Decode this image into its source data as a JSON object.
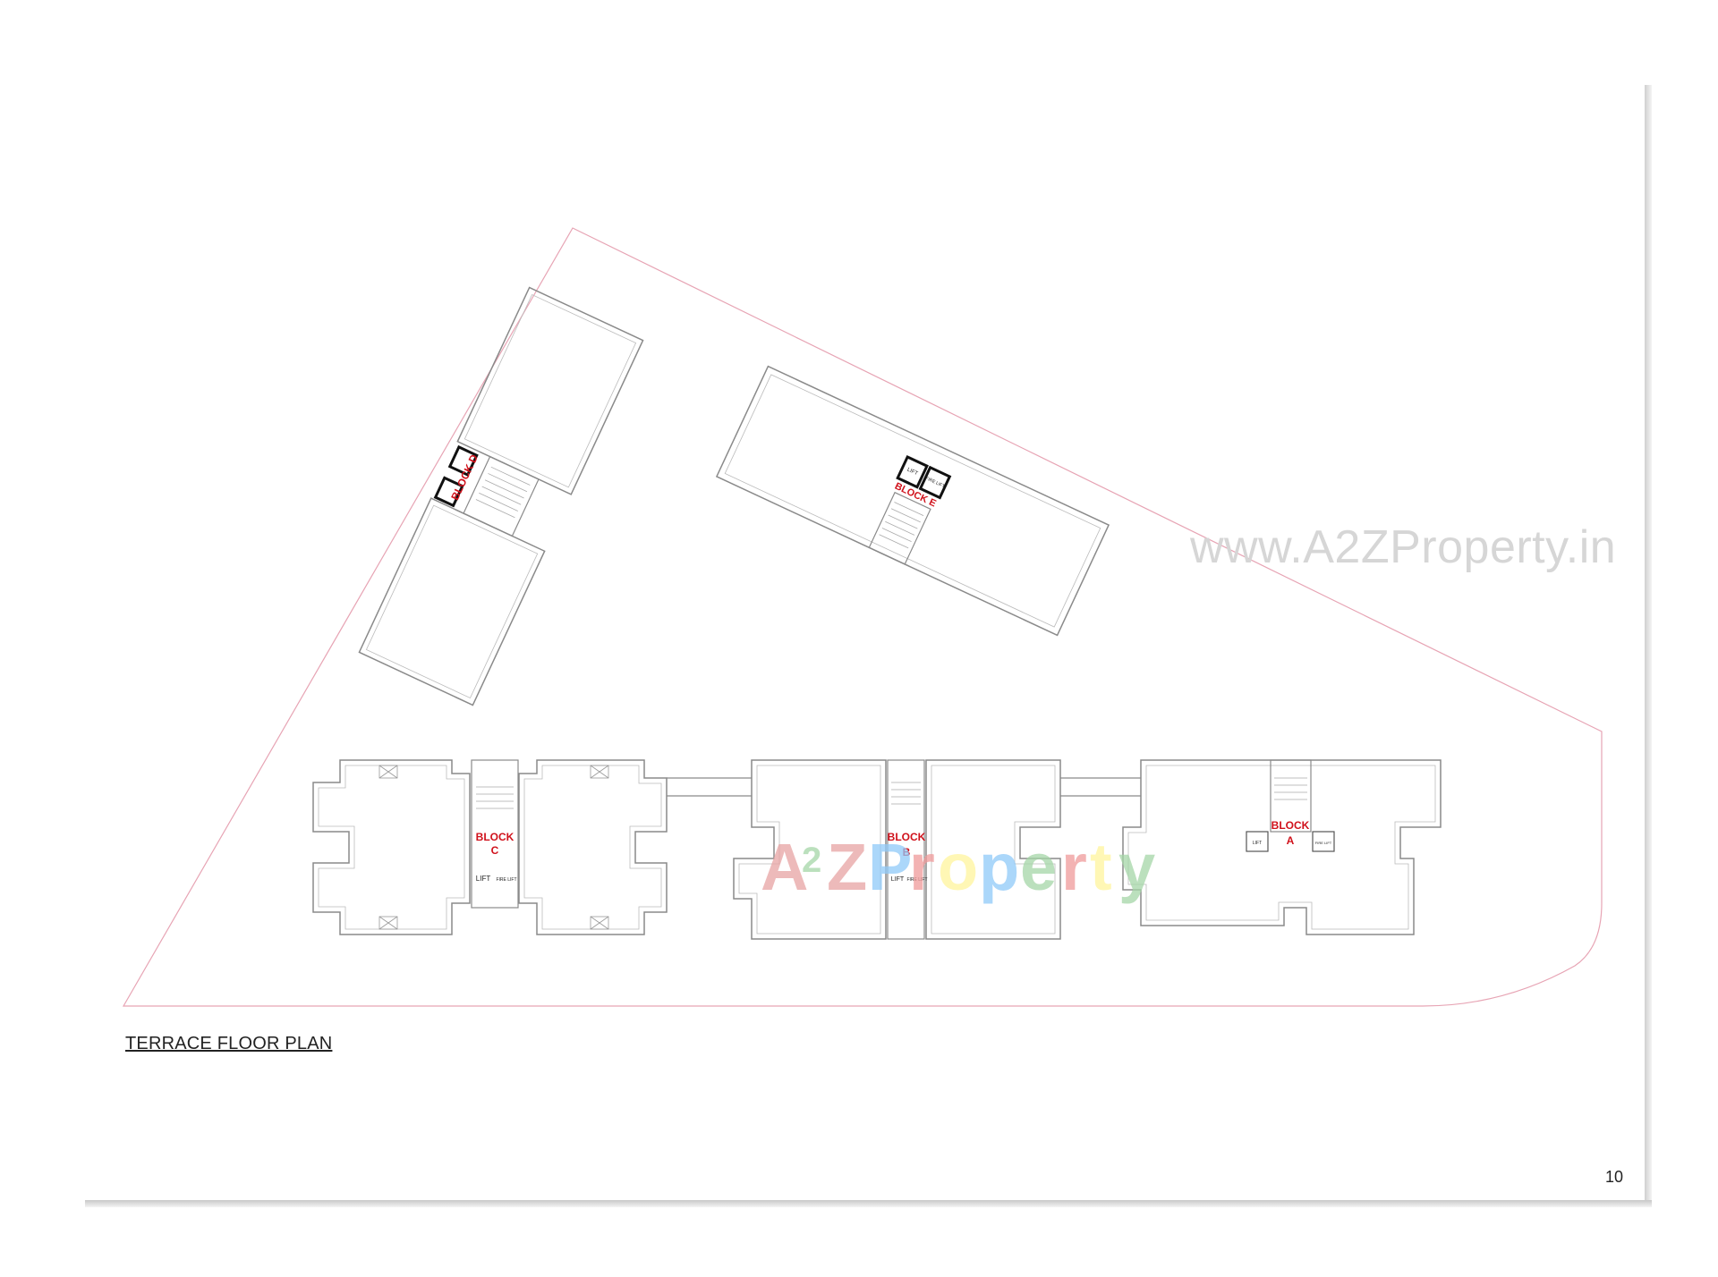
{
  "plan": {
    "title": "TERRACE FLOOR PLAN",
    "page_number": "10"
  },
  "watermark": {
    "url": "www.A2ZProperty.in",
    "logo_letters": [
      "A",
      "2",
      "Z",
      "P",
      "r",
      "o",
      "p",
      "e",
      "r",
      "t",
      "y"
    ],
    "logo_colors": [
      "#e8a3a3",
      "#a5d6a7",
      "#e8a3a3",
      "#90caf9",
      "#ef9a9a",
      "#fff59d",
      "#90caf9",
      "#a5d6a7",
      "#ef9a9a",
      "#fff59d",
      "#a5d6a7"
    ]
  },
  "blocks": {
    "a": {
      "word": "BLOCK",
      "letter": "A",
      "lift": "LIFT",
      "fire_lift": "FIRE LIFT"
    },
    "b": {
      "word": "BLOCK",
      "letter": "B",
      "lift": "LIFT",
      "fire_lift": "FIRE LIFT"
    },
    "c": {
      "word": "BLOCK",
      "letter": "C",
      "lift": "LIFT",
      "fire_lift": "FIRE LIFT"
    },
    "d": {
      "word": "BLOCK",
      "letter": "D"
    },
    "e": {
      "word": "BLOCK",
      "letter": "E",
      "lift": "LIFT",
      "fire_lift": "FIRE LIFT"
    }
  },
  "colors": {
    "block_label": "#d0111b",
    "plot_boundary": "#e7a4b4",
    "wall_line": "#8a8a8a"
  }
}
